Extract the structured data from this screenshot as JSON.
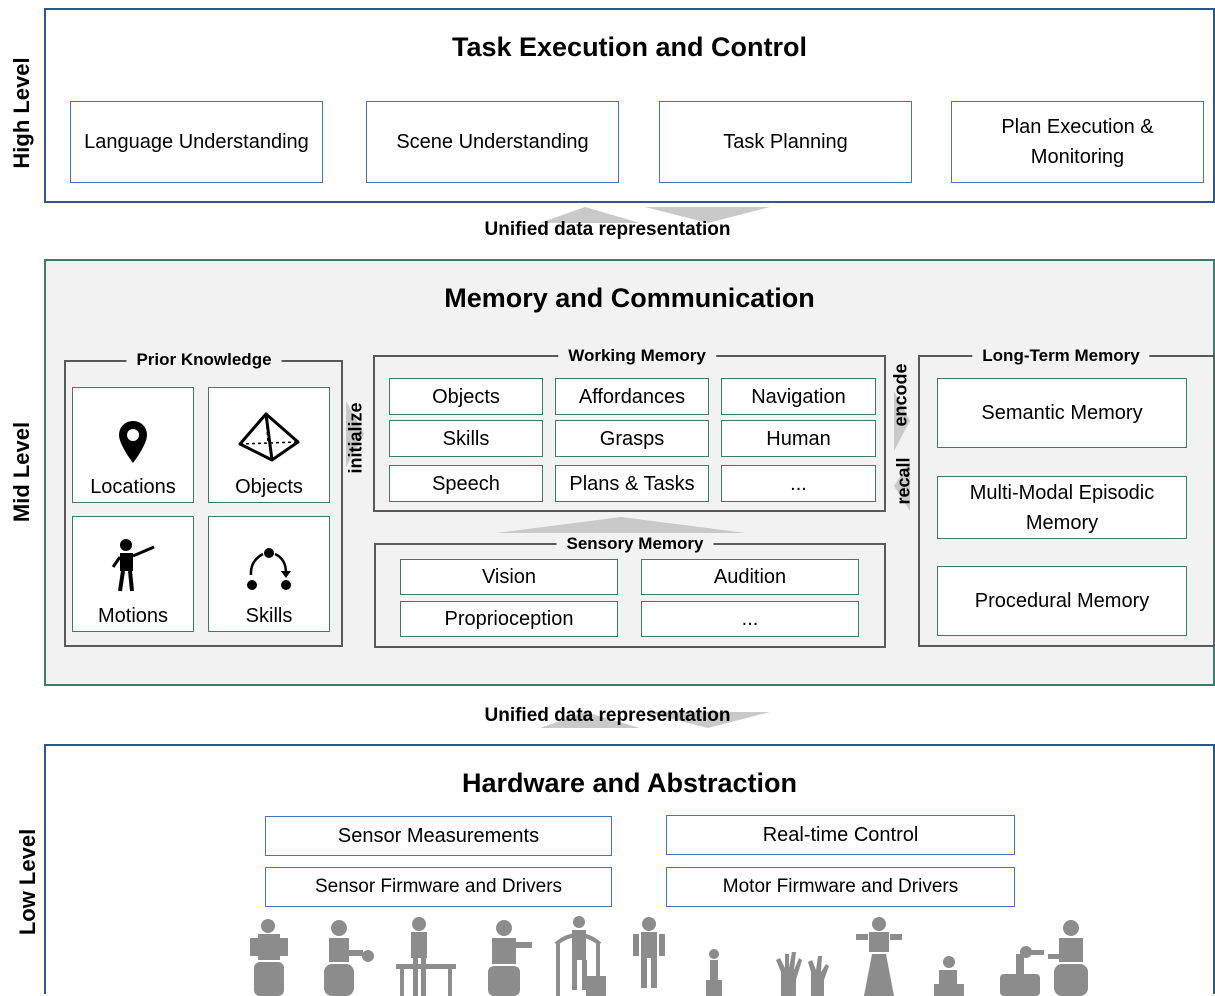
{
  "levels": {
    "high": "High Level",
    "mid": "Mid Level",
    "low": "Low Level"
  },
  "high": {
    "title": "Task Execution and Control",
    "boxes": [
      "Language Understanding",
      "Scene Understanding",
      "Task Planning",
      "Plan Execution & Monitoring"
    ]
  },
  "unified_top": "Unified data representation",
  "mid": {
    "title": "Memory and Communication",
    "prior": {
      "label": "Prior Knowledge",
      "items": [
        "Locations",
        "Objects",
        "Motions",
        "Skills"
      ]
    },
    "working": {
      "label": "Working Memory",
      "items": [
        "Objects",
        "Affordances",
        "Navigation",
        "Skills",
        "Grasps",
        "Human",
        "Speech",
        "Plans & Tasks",
        "..."
      ]
    },
    "sensory": {
      "label": "Sensory Memory",
      "items": [
        "Vision",
        "Audition",
        "Proprioception",
        "..."
      ]
    },
    "longterm": {
      "label": "Long-Term Memory",
      "items": [
        "Semantic Memory",
        "Multi-Modal Episodic Memory",
        "Procedural Memory"
      ]
    },
    "arrows": {
      "initialize": "initialize",
      "encode": "encode",
      "recall": "recall"
    }
  },
  "unified_bottom": "Unified data representation",
  "low": {
    "title": "Hardware and Abstraction",
    "boxes": [
      "Sensor Measurements",
      "Real-time Control",
      "Sensor Firmware and Drivers",
      "Motor Firmware and Drivers"
    ]
  },
  "colors": {
    "blue_border": "#2f5597",
    "green_border": "#3b7d6a",
    "panel_fill": "#f2f2f2",
    "arrow_fill": "#c9c9c9",
    "robot_fill": "#8c8c8c"
  },
  "icons": [
    "location-pin-icon",
    "pyramid-icon",
    "motion-figure-icon",
    "skills-cycle-icon",
    "robot-silhouettes"
  ]
}
